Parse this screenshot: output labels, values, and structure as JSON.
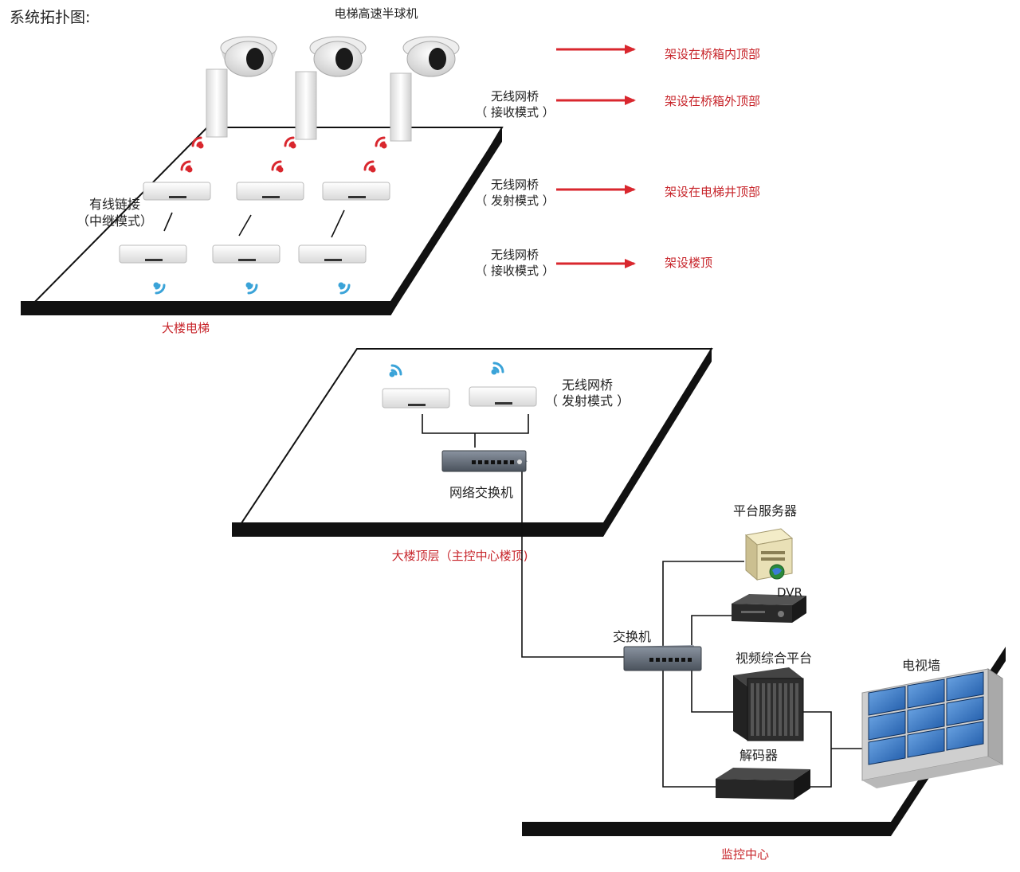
{
  "title": "系统拓扑图:",
  "colors": {
    "accent_red": "#c7242a",
    "wifi_red": "#d9272e",
    "wifi_blue": "#3aa3d8",
    "platform": "#111111",
    "screen_blue": "#2f6fb8"
  },
  "top_zone": {
    "dome_label": "电梯高速半球机",
    "wired_label": [
      "有线链接",
      "（中继模式）"
    ],
    "zone_label": "大楼电梯"
  },
  "legend": [
    {
      "left": [],
      "right": "架设在桥箱内顶部"
    },
    {
      "left": [
        "无线网桥",
        "（ 接收模式 ）"
      ],
      "right": "架设在桥箱外顶部"
    },
    {
      "left": [
        "无线网桥",
        "（ 发射模式 ）"
      ],
      "right": "架设在电梯井顶部"
    },
    {
      "left": [
        "无线网桥",
        "（ 接收模式 ）"
      ],
      "right": "架设楼顶"
    }
  ],
  "middle_zone": {
    "bridge_label": [
      "无线网桥",
      "（ 发射模式 ）"
    ],
    "switch_label": "网络交换机",
    "zone_label": "大楼顶层（主控中心楼顶)"
  },
  "bottom_zone": {
    "server_label": "平台服务器",
    "dvr_label": "DVR",
    "switch_label": "交换机",
    "platform_label": "视频综合平台",
    "decoder_label": "解码器",
    "tvwall_label": "电视墙",
    "zone_label": "监控中心"
  },
  "icons": [
    "dome-camera-icon",
    "wireless-bridge-icon",
    "wifi-signal-icon",
    "network-switch-icon",
    "server-icon",
    "dvr-icon",
    "video-platform-icon",
    "decoder-icon",
    "tv-wall-icon",
    "arrow-right-icon"
  ]
}
